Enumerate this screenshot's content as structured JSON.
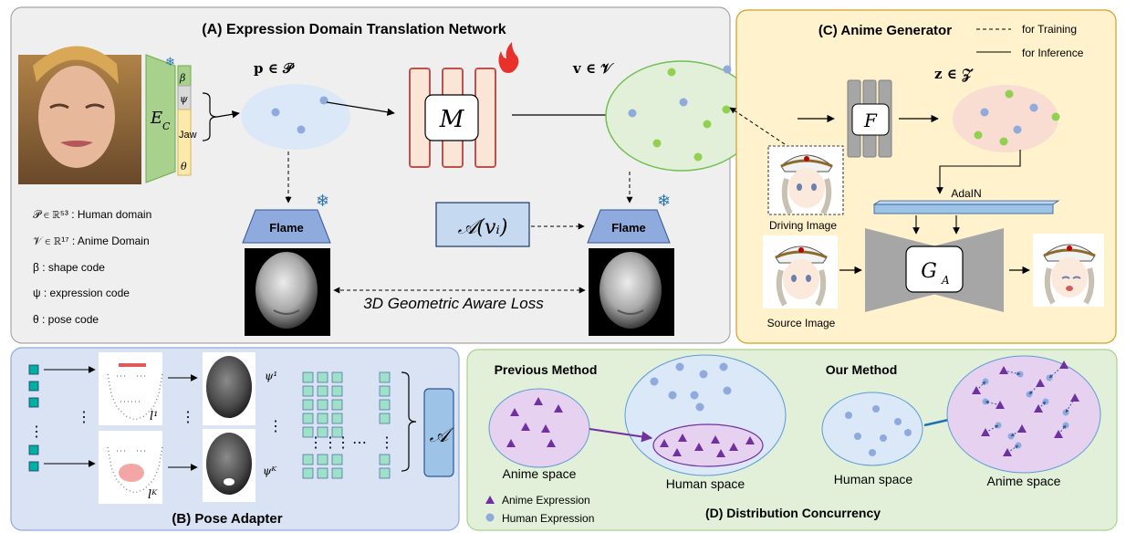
{
  "panel_a": {
    "title": "(A) Expression Domain Translation Network",
    "encoder": "E",
    "encoder_sub": "C",
    "code_beta": "β",
    "code_psi": "ψ",
    "code_jaw": "Jaw",
    "code_theta": "θ",
    "p_set": "p ∈ 𝒫",
    "v_set": "v ∈ 𝒱",
    "mapper": "M",
    "flame_left": "Flame",
    "flame_right": "Flame",
    "adapter_term": "𝒜(vᵢ)",
    "loss": "3D Geometric Aware Loss",
    "legend": [
      "𝒫 ∈ ℝ⁵³ : Human domain",
      "𝒱 ∈ ℝ¹⁷ : Anime Domain",
      "β : shape code",
      "ψ : expression  code",
      "θ : pose code"
    ]
  },
  "panel_b": {
    "title": "(B) Pose Adapter",
    "landmark_1": "l¹",
    "landmark_k": "lᴷ",
    "psi_1": "ψ¹",
    "psi_k": "ψᴷ",
    "adapter": "𝒜",
    "vdots": "⋮",
    "hdots": "⋯"
  },
  "panel_c": {
    "title": "(C) Anime Generator",
    "legend_training": "for Training",
    "legend_inference": "for Inference",
    "mapper": "F",
    "z_set": "z ∈ 𝒵",
    "adain": "AdaIN",
    "generator": "G",
    "generator_sub": "A",
    "driving": "Driving Image",
    "source": "Source Image"
  },
  "panel_d": {
    "title": "(D) Distribution Concurrency",
    "previous": "Previous Method",
    "ours": "Our Method",
    "anime_space_left": "Anime space",
    "human_space_left": "Human space",
    "human_space_right": "Human space",
    "anime_space_right": "Anime space",
    "legend_anime": "Anime Expression",
    "legend_human": "Human Expression"
  },
  "colors": {
    "panel_a_bg": "#efefef",
    "panel_b_bg": "#dae3f3",
    "panel_c_bg": "#fff2cc",
    "panel_d_bg": "#e2f0d9",
    "human_dot": "#8faadc",
    "anime_dot": "#92d050",
    "anime_triangle": "#7030a0",
    "mapper_fill": "#fbe5d6",
    "mapper_stroke": "#c0504d",
    "encoder_fill": "#a9d18e"
  }
}
